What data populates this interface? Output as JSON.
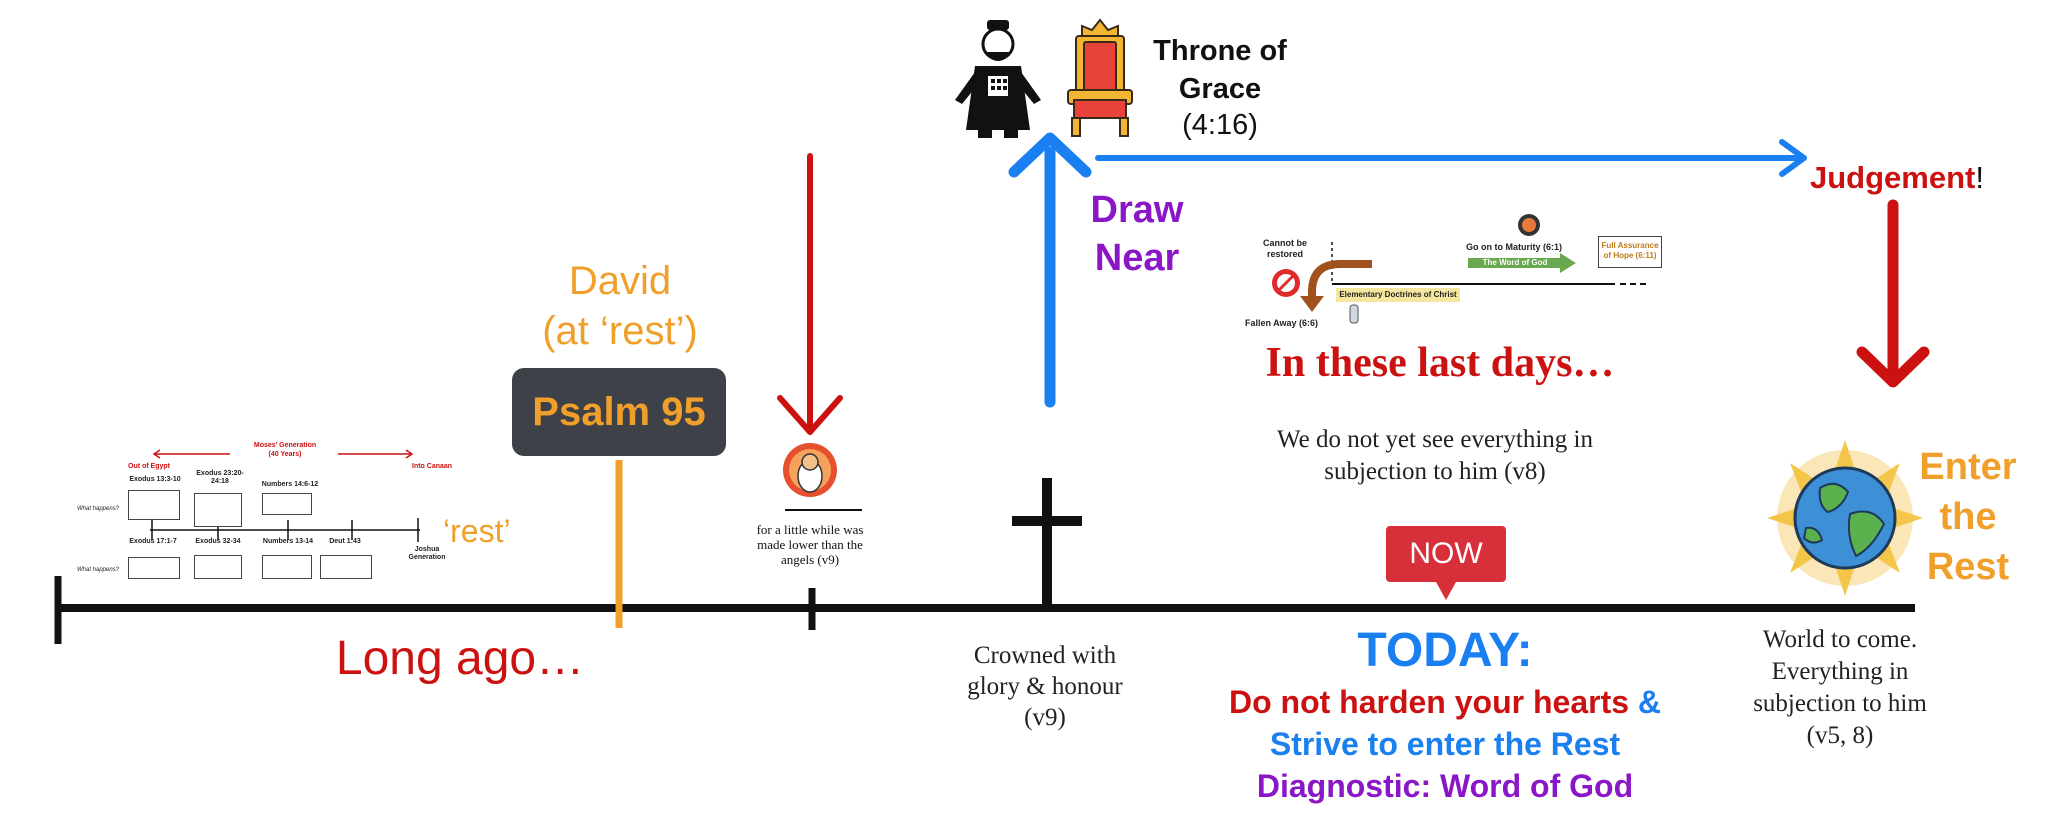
{
  "colors": {
    "red": "#cc1111",
    "blue": "#1a7ff0",
    "purple": "#8a16c8",
    "orange": "#f0a02a",
    "black": "#111111",
    "dark_box": "#3e4147",
    "now_red": "#d8303a",
    "green": "#6aa84f",
    "brown": "#a0521e"
  },
  "top": {
    "throne_title": "Throne of Grace",
    "throne_ref": "(4:16)",
    "judgement": "Judgement",
    "judgement_mark": "!",
    "draw_near": "Draw Near"
  },
  "left": {
    "david": "David",
    "david_sub": "(at ‘rest’)",
    "psalm_button": "Psalm 95",
    "rest_label": "‘rest’",
    "long_ago": "Long ago…"
  },
  "moses_chart": {
    "generation_label": "Moses’ Generation",
    "generation_sub": "(40 Years)",
    "out_of_egypt": "Out of Egypt",
    "into_canaan": "Into Canaan",
    "what_happens": "What happens?",
    "top_refs": [
      "Exodus 13:3-10",
      "Exodus 23:20-24:18",
      "Numbers 14:6-12"
    ],
    "bottom_refs": [
      "Exodus 17:1-7",
      "Exodus 32-34",
      "Numbers 13-14",
      "Deut 1:43"
    ],
    "joshua": "Joshua Generation"
  },
  "incarnation": {
    "caption": "for a little while was made lower than the angels (v9)"
  },
  "cross": {
    "caption": "Crowned with glory & honour (v9)"
  },
  "maturity_chart": {
    "cannot_restore": "Cannot be restored",
    "fallen_away": "Fallen Away (6:6)",
    "elementary": "Elementary Doctrines of Christ",
    "go_on": "Go on to Maturity (6:1)",
    "word_of_god": "The Word of God",
    "full_assurance": "Full Assurance of Hope (6:11)"
  },
  "middle": {
    "last_days": "In these last days…",
    "not_yet": "We do not yet see everything in subjection to him (v8)",
    "now_badge": "NOW"
  },
  "today": {
    "heading": "TODAY:",
    "line1_red": "Do not harden your hearts",
    "line1_amp": "&",
    "line2": "Strive to enter the Rest",
    "line3": "Diagnostic: Word of God"
  },
  "right": {
    "enter_rest": "Enter the Rest",
    "world_caption": "World to come. Everything in subjection to him (v5, 8)"
  }
}
